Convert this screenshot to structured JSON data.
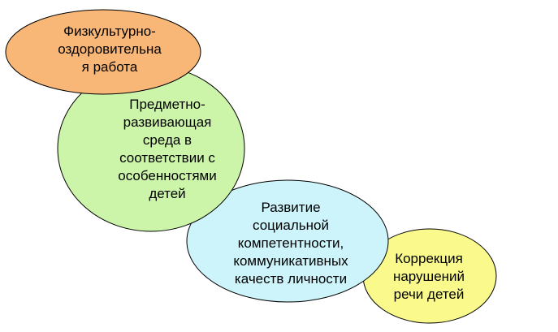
{
  "diagram": {
    "nodes": [
      {
        "id": "physical-education",
        "text": "Физкультурно-\nоздоровительна\nя работа",
        "fill": "#f9b777"
      },
      {
        "id": "developing-environment",
        "text": "Предметно-\nразвивающая\nсреда в\nсоответствии с\nособенностями\nдетей",
        "fill": "#ccf5aa"
      },
      {
        "id": "social-competence",
        "text": "Развитие\nсоциальной\nкомпетентности,\nкоммуникативных\nкачеств личности",
        "fill": "#cdf4fb"
      },
      {
        "id": "speech-correction",
        "text": "Коррекция\nнарушений\nречи детей",
        "fill": "#faf98c"
      }
    ],
    "outline_color": "#000000"
  }
}
